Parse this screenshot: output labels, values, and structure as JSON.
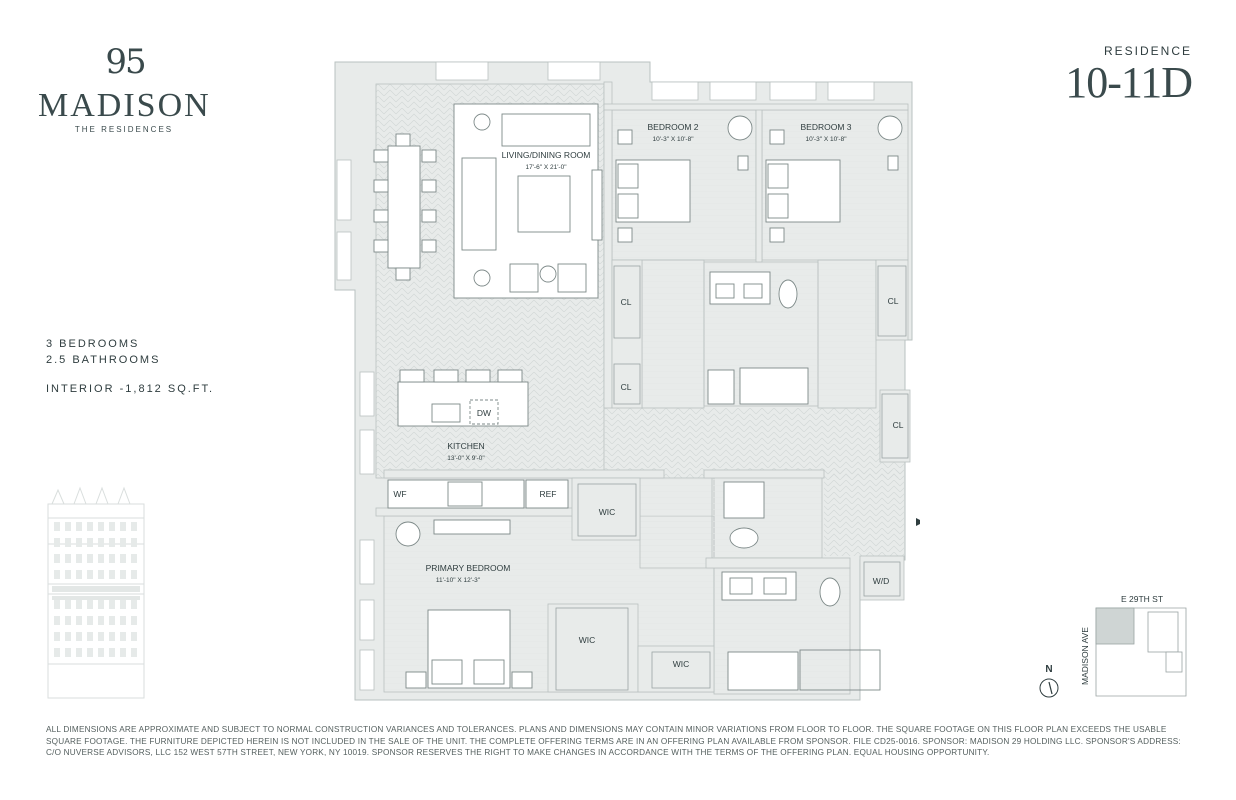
{
  "brand": {
    "logo_number": "95",
    "logo_name": "MADISON",
    "logo_subtitle": "THE RESIDENCES"
  },
  "residence": {
    "label": "RESIDENCE",
    "number": "10-11D"
  },
  "stats": {
    "bedrooms": "3 BEDROOMS",
    "bathrooms": "2.5 BATHROOMS",
    "interior": "INTERIOR -1,812 SQ.FT."
  },
  "rooms": {
    "living": {
      "name": "LIVING/DINING ROOM",
      "dims": "17'-6\" X 21'-0\""
    },
    "bedroom2": {
      "name": "BEDROOM 2",
      "dims": "10'-3\" X 10'-8\""
    },
    "bedroom3": {
      "name": "BEDROOM 3",
      "dims": "10'-3\" X 10'-8\""
    },
    "kitchen": {
      "name": "KITCHEN",
      "dims": "13'-0\" X 9'-0\""
    },
    "primary": {
      "name": "PRIMARY BEDROOM",
      "dims": "11'-10\" X 12'-3\""
    }
  },
  "fixtures": {
    "cl1": "CL",
    "cl2": "CL",
    "cl3": "CL",
    "cl4": "CL",
    "dw": "DW",
    "wf": "WF",
    "ref": "REF",
    "wic1": "WIC",
    "wic2": "WIC",
    "wic3": "WIC",
    "wd": "W/D"
  },
  "keyplan": {
    "street": "E 29TH ST",
    "avenue": "MADISON AVE",
    "north": "N"
  },
  "colors": {
    "wall": "#e8ebea",
    "wall_stroke": "#b9c1c0",
    "text": "#2f3d3f",
    "highlight": "#cfd5d4"
  },
  "disclaimer": "ALL DIMENSIONS ARE APPROXIMATE AND SUBJECT TO NORMAL CONSTRUCTION VARIANCES AND TOLERANCES. PLANS AND DIMENSIONS MAY CONTAIN MINOR VARIATIONS FROM FLOOR TO FLOOR. THE SQUARE FOOTAGE ON THIS FLOOR PLAN EXCEEDS THE USABLE SQUARE FOOTAGE. THE FURNITURE DEPICTED HEREIN IS NOT INCLUDED IN THE SALE OF THE UNIT. THE COMPLETE OFFERING TERMS ARE IN AN OFFERING PLAN AVAILABLE FROM SPONSOR. FILE CD25-0016. SPONSOR: MADISON 29 HOLDING LLC. SPONSOR'S ADDRESS: C/O NUVERSE ADVISORS, LLC 152 WEST 57TH STREET, NEW YORK, NY 10019. SPONSOR RESERVES THE RIGHT TO MAKE CHANGES IN ACCORDANCE WITH THE TERMS OF THE OFFERING PLAN. EQUAL HOUSING OPPORTUNITY."
}
